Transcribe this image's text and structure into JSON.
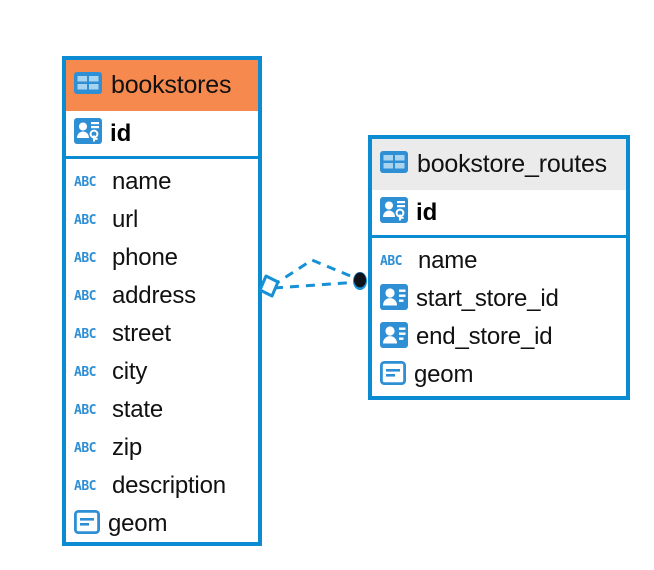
{
  "diagram": {
    "type": "database-schema",
    "background": "#ffffff",
    "accent_color": "#0A8BD2",
    "highlight_color": "#F68A4E",
    "header_gray": "#EBEBEB",
    "icon_blue": "#2E8FD4"
  },
  "tables": [
    {
      "name": "bookstores",
      "header_color": "#F68A4E",
      "table_icon": "table-grid-icon",
      "primary_key": {
        "label": "id",
        "icon": "primary-key-icon"
      },
      "columns": [
        {
          "label": "name",
          "icon": "abc-text-icon",
          "icon_text": "ABC"
        },
        {
          "label": "url",
          "icon": "abc-text-icon",
          "icon_text": "ABC"
        },
        {
          "label": "phone",
          "icon": "abc-text-icon",
          "icon_text": "ABC"
        },
        {
          "label": "address",
          "icon": "abc-text-icon",
          "icon_text": "ABC"
        },
        {
          "label": "street",
          "icon": "abc-text-icon",
          "icon_text": "ABC"
        },
        {
          "label": "city",
          "icon": "abc-text-icon",
          "icon_text": "ABC"
        },
        {
          "label": "state",
          "icon": "abc-text-icon",
          "icon_text": "ABC"
        },
        {
          "label": "zip",
          "icon": "abc-text-icon",
          "icon_text": "ABC"
        },
        {
          "label": "description",
          "icon": "abc-text-icon",
          "icon_text": "ABC"
        },
        {
          "label": "geom",
          "icon": "geometry-icon",
          "icon_text": ""
        }
      ]
    },
    {
      "name": "bookstore_routes",
      "header_color": "#EBEBEB",
      "table_icon": "table-grid-icon",
      "primary_key": {
        "label": "id",
        "icon": "primary-key-icon"
      },
      "columns": [
        {
          "label": "name",
          "icon": "abc-text-icon",
          "icon_text": "ABC"
        },
        {
          "label": "start_store_id",
          "icon": "foreign-key-icon",
          "icon_text": ""
        },
        {
          "label": "end_store_id",
          "icon": "foreign-key-icon",
          "icon_text": ""
        },
        {
          "label": "geom",
          "icon": "geometry-icon",
          "icon_text": ""
        }
      ]
    }
  ],
  "relationship": {
    "from_table": "bookstores",
    "to_table": "bookstore_routes",
    "line_style": "dashed",
    "line_color": "#1790D6",
    "source_marker": "diamond-outline",
    "target_marker": "filled-circle",
    "target_marker_color": "#11131C"
  }
}
